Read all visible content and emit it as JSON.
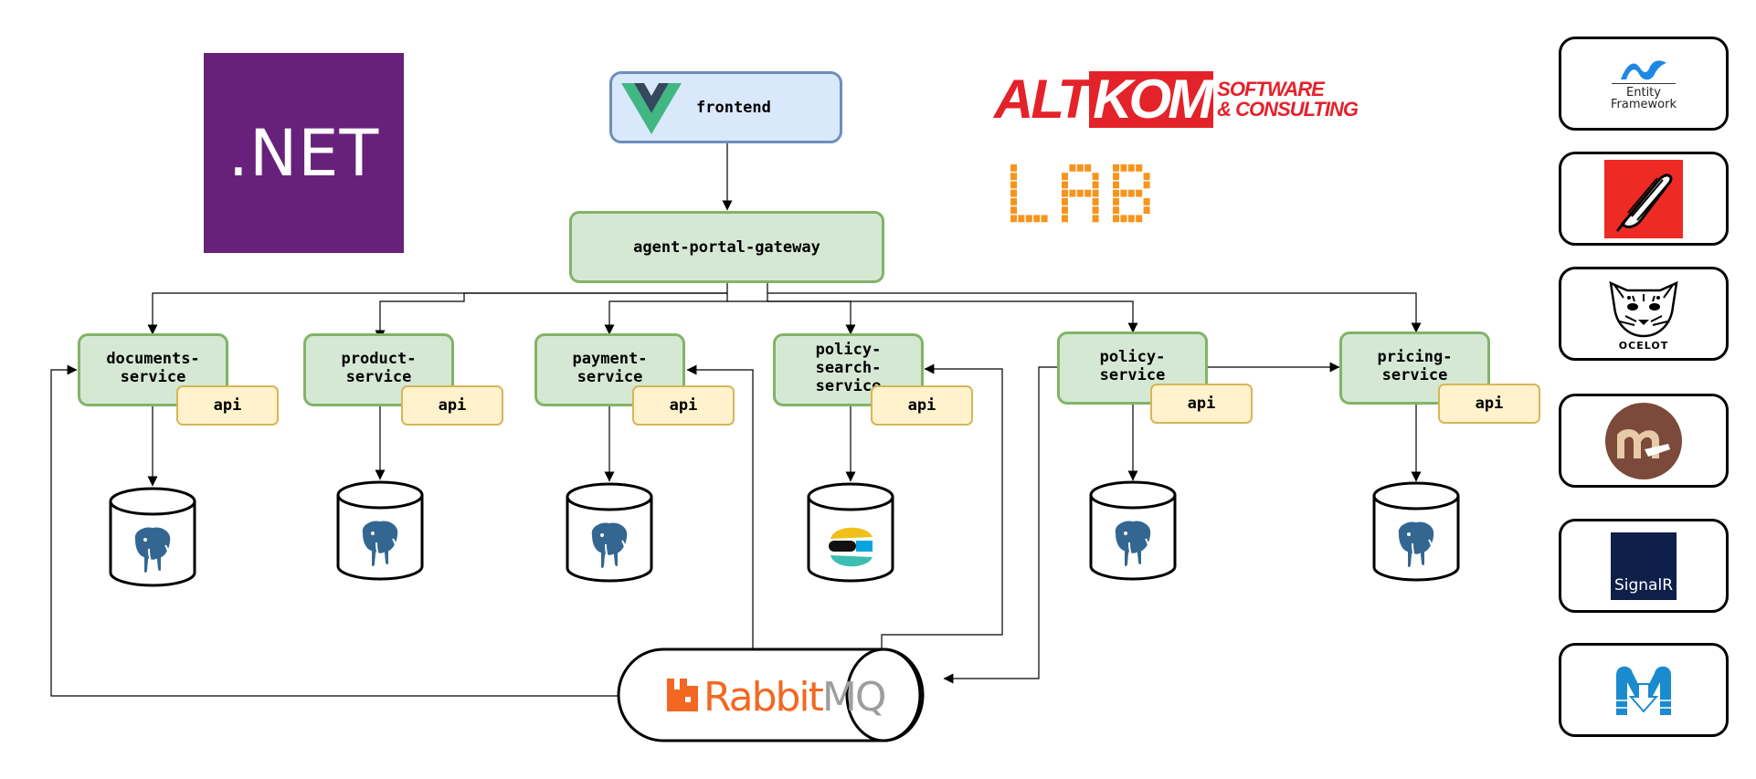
{
  "frontend": {
    "label": "frontend"
  },
  "gateway": {
    "label": "agent-portal-gateway"
  },
  "services": [
    {
      "label": "documents-\nservice",
      "api_label": "api",
      "database": "postgresql"
    },
    {
      "label": "product-service",
      "api_label": "api",
      "database": "postgresql"
    },
    {
      "label": "payment-service",
      "api_label": "api",
      "database": "postgresql"
    },
    {
      "label": "policy-search-\nservice",
      "api_label": "api",
      "database": "elasticsearch"
    },
    {
      "label": "policy-service",
      "api_label": "api",
      "database": "postgresql"
    },
    {
      "label": "pricing-service",
      "api_label": "api",
      "database": "postgresql"
    }
  ],
  "message_bus": {
    "brand": "Rabbit",
    "brand_suffix": "MQ"
  },
  "logos": {
    "dotnet": ".NET",
    "altkom_main": "ALT",
    "altkom_box": "KOM",
    "altkom_line1": "SOFTWARE",
    "altkom_line2": "& CONSULTING",
    "lab": "LAB"
  },
  "tech_tiles": [
    {
      "name": "entity-framework",
      "line1": "Entity",
      "line2": "Framework"
    },
    {
      "name": "swagger-feather",
      "icon": "quill-icon"
    },
    {
      "name": "ocelot",
      "text": "OCELOT"
    },
    {
      "name": "marten",
      "icon": "marten-icon"
    },
    {
      "name": "signalr",
      "text": "SignalR"
    },
    {
      "name": "mediatr",
      "icon": "mediatr-icon"
    }
  ],
  "colors": {
    "service_fill": "#d5e8d4",
    "service_border": "#82b366",
    "api_fill": "#fff2cc",
    "api_border": "#d6b656",
    "frontend_fill": "#dae8fc",
    "frontend_border": "#6c8ebf",
    "dotnet": "#68217a",
    "altkom": "#e4222a",
    "lab": "#f7941d",
    "rabbitmq": "#f26822",
    "postgres": "#336791"
  }
}
